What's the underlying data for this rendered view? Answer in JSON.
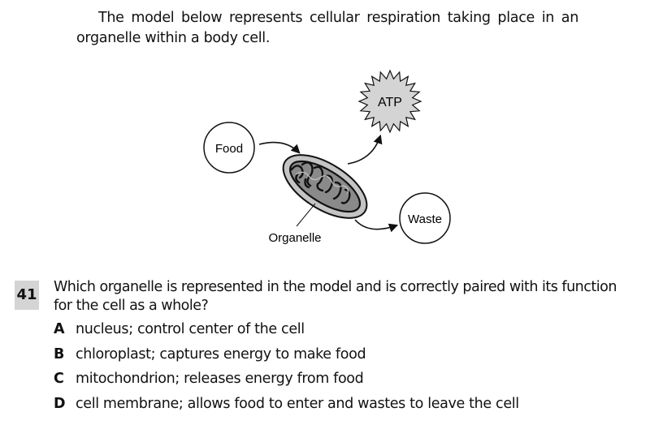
{
  "intro_text": "The model below represents cellular respiration taking place in an organelle within a body cell.",
  "diagram": {
    "food_label": "Food",
    "atp_label": "ATP",
    "waste_label": "Waste",
    "organelle_label": "Organelle",
    "colors": {
      "outline": "#111111",
      "atp_fill": "#d4d4d4",
      "organelle_outer": "#c4c4c4",
      "organelle_inner": "#8a8a8a"
    }
  },
  "question": {
    "number": "41",
    "text": "Which organelle is represented in the model and is correctly paired with its function for the cell as a whole?",
    "choices": [
      {
        "letter": "A",
        "text": "nucleus; control center of the cell"
      },
      {
        "letter": "B",
        "text": "chloroplast; captures energy to make food"
      },
      {
        "letter": "C",
        "text": "mitochondrion; releases energy from food"
      },
      {
        "letter": "D",
        "text": "cell membrane; allows food to enter and wastes to leave the cell"
      }
    ]
  }
}
